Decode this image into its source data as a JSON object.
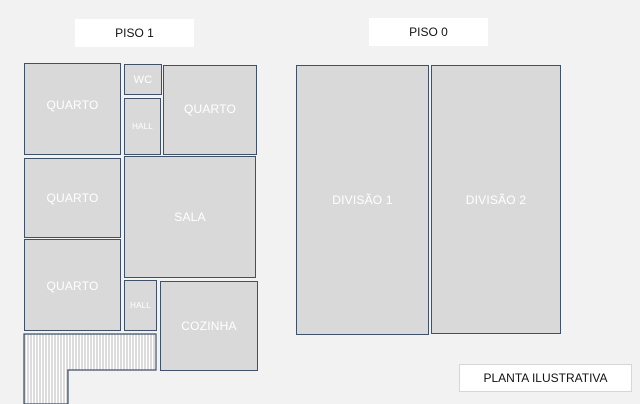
{
  "labels": {
    "piso1": "PISO 1",
    "piso0": "PISO 0",
    "planta": "PLANTA ILUSTRATIVA"
  },
  "piso1": {
    "quarto_top_left": "QUARTO",
    "wc": "WC",
    "hall_upper": "HALL",
    "quarto_top_right": "QUARTO",
    "quarto_mid_left": "QUARTO",
    "sala": "SALA",
    "quarto_bottom_left": "QUARTO",
    "hall_lower": "HALL",
    "cozinha": "COZINHA"
  },
  "piso0": {
    "divisao1": "DIVISÃO 1",
    "divisao2": "DIVISÃO 2"
  },
  "colors": {
    "background": "#f2f2f2",
    "room_fill": "#d9d9d9",
    "room_border": "#3e5168",
    "room_text": "#ffffff"
  }
}
